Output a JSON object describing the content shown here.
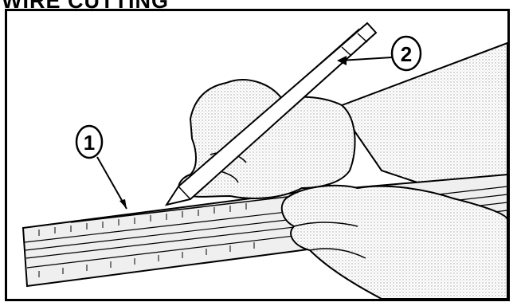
{
  "header": {
    "title": "WIRE  CUTTING"
  },
  "callouts": [
    {
      "label": "1",
      "refers_to": "ruler-edge"
    },
    {
      "label": "2",
      "refers_to": "pencil"
    }
  ],
  "colors": {
    "line": "#000000",
    "shade": "#d8d8d8",
    "background": "#ffffff"
  }
}
